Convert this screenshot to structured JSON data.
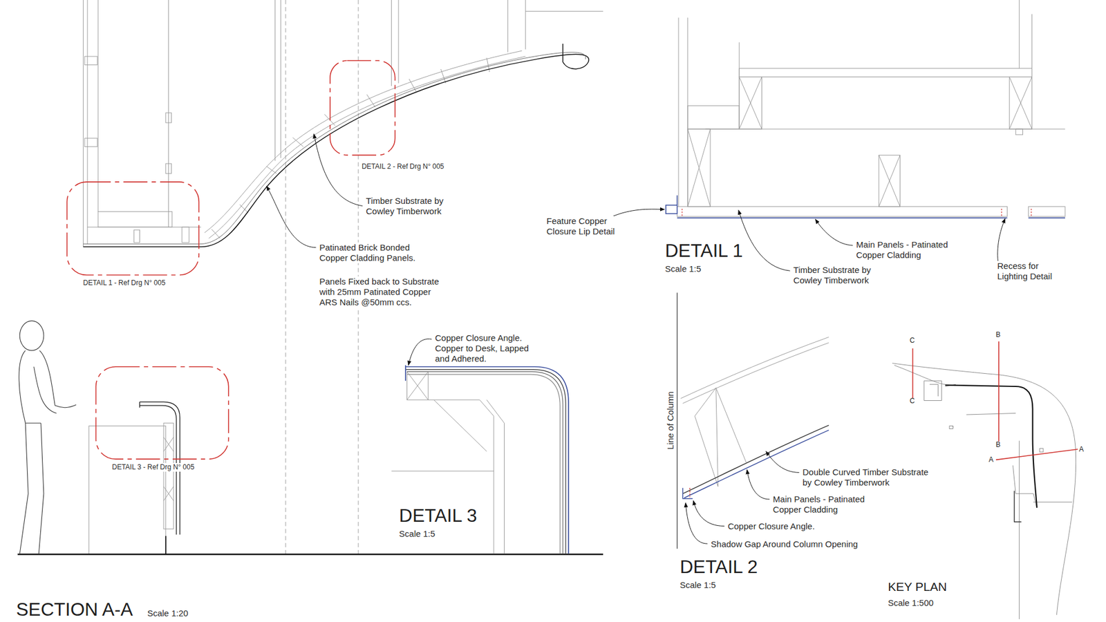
{
  "diagram": {
    "labels": [
      "DETAIL 2 - Ref Drg N° 005",
      "Timber Substrate by Cowley Timberwork",
      "DETAIL 1 - Ref Drg N° 005",
      "Patinated Brick Bonded Copper Cladding Panels.",
      "Panels Fixed back to Substrate with 25mm Patinated Copper ARS Nails @50mm ccs.",
      "DETAIL 3 - Ref Drg N° 005",
      "Copper Closure Angle. Copper to Desk, Lapped and Adhered.",
      "DETAIL 3",
      "Scale 1:5",
      "SECTION A-A",
      "Scale 1:20",
      "Feature Copper Closure Lip Detail",
      "Main Panels - Patinated Copper Cladding",
      "DETAIL 1",
      "Scale 1:5",
      "Timber Substrate by Cowley Timberwork",
      "Recess for Lighting Detail",
      "Line of Column",
      "Double Curved Timber Substrate by Cowley Timberwork",
      "Main Panels - Patinated Copper Cladding",
      "Copper Closure Angle.",
      "Shadow Gap Around Column Opening",
      "DETAIL 2",
      "Scale 1:5",
      "C",
      "C",
      "B",
      "B",
      "A",
      "A",
      "KEY PLAN",
      "Scale 1:500"
    ]
  }
}
